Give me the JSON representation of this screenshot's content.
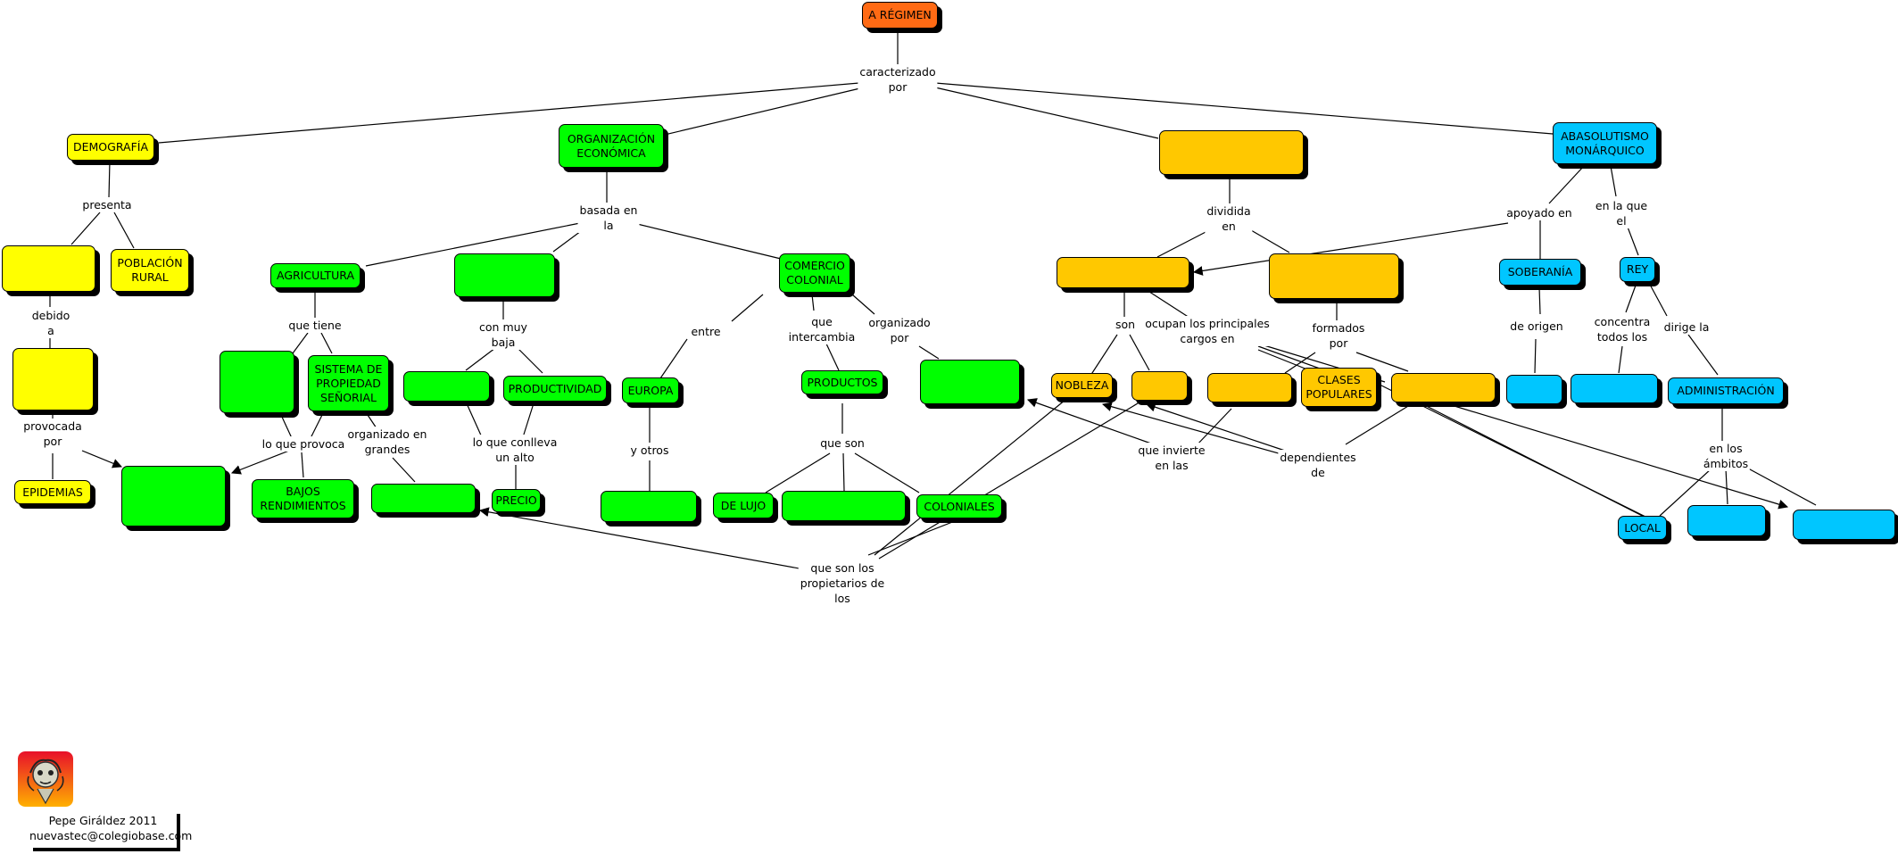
{
  "colors": {
    "root": "#ff6a14",
    "yellow": "#ffff00",
    "green": "#00ff00",
    "orange": "#ffc800",
    "blue": "#00c6ff"
  },
  "nodes": {
    "root": "A RÉGIMEN",
    "demografia": "DEMOGRAFÍA",
    "poblacion_rural": "POBLACIÓN\nRURAL",
    "epidemias": "EPIDEMIAS",
    "organizacion_economica": "ORGANIZACIÓN\nECONÓMICA",
    "agricultura": "AGRICULTURA",
    "sistema_propiedad": "SISTEMA DE\nPROPIEDAD\nSEÑORIAL",
    "bajos_rendimientos": "BAJOS\nRENDIMIENTOS",
    "productividad": "PRODUCTIVIDAD",
    "precio": "PRECIO",
    "comercio_colonial": "COMERCIO\nCOLONIAL",
    "europa": "EUROPA",
    "productos": "PRODUCTOS",
    "de_lujo": "DE LUJO",
    "coloniales": "COLONIALES",
    "nobleza": "NOBLEZA",
    "clases_populares": "CLASES\nPOPULARES",
    "absolutismo": "ABASOLUTISMO\nMONÁRQUICO",
    "soberania": "SOBERANÍA",
    "rey": "REY",
    "administracion": "ADMINISTRACIÓN",
    "local": "LOCAL"
  },
  "links": {
    "caracterizado": "caracterizado\npor",
    "presenta": "presenta",
    "debido": "debido\na",
    "provocada": "provocada\npor",
    "basada": "basada en\nla",
    "que_tiene": "que tiene",
    "con_muy_baja": "con muy\nbaja",
    "lo_que_provoca": "lo que provoca",
    "organizado_grandes": "organizado en\ngrandes",
    "lo_que_conlleva": "lo que conlleva\nun alto",
    "entre": "entre",
    "y_otros": "y otros",
    "que_intercambia": "que\nintercambia",
    "organizado_por": "organizado\npor",
    "que_son": "que son",
    "propietarios": "que son los\npropietarios de\nlos",
    "dividida": "dividida\nen",
    "son": "son",
    "ocupan": "ocupan los principales\ncargos en",
    "formados": "formados\npor",
    "que_invierte": "que invierte\nen las",
    "dependientes": "dependientes\nde",
    "apoyado": "apoyado en",
    "en_la_que": "en la que\nel",
    "de_origen": "de origen",
    "concentra": "concentra\ntodos los",
    "dirige": "dirige la",
    "en_los_ambitos": "en los\námbitos"
  },
  "credit": {
    "author": "Pepe Giráldez 2011",
    "email": "nuevastec@colegiobase.com"
  }
}
